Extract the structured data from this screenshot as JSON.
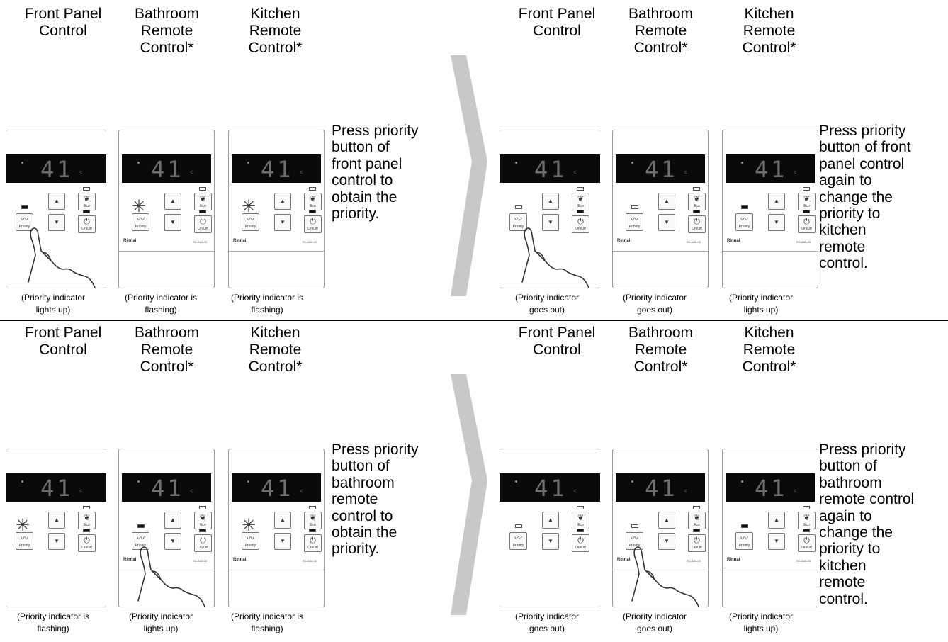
{
  "headers": {
    "front": [
      "Front Panel",
      "Control"
    ],
    "bathroom": [
      "Bathroom",
      "Remote",
      "Control*"
    ],
    "kitchen": [
      "Kitchen",
      "Remote",
      "Control*"
    ]
  },
  "display": {
    "temperature": "41",
    "unit": "c"
  },
  "buttons": {
    "up": "▲",
    "down": "▼",
    "eco": "Eco",
    "onoff": "On/Off",
    "priority": "Priority"
  },
  "brand": "Rinnai",
  "model_code": "RC-A00-00",
  "instructions": {
    "top_left": [
      "Press priority",
      "button of",
      "front panel",
      "control to",
      "obtain the",
      "priority."
    ],
    "top_right": [
      "Press priority",
      "button of front",
      "panel control",
      "again to",
      "change the",
      "priority to",
      "kitchen",
      "remote",
      "control."
    ],
    "bottom_left": [
      "Press priority",
      "button of",
      "bathroom",
      "remote",
      "control to",
      "obtain the",
      "priority."
    ],
    "bottom_right": [
      "Press priority",
      "button of",
      "bathroom",
      "remote control",
      "again to",
      "change the",
      "priority to",
      "kitchen",
      "remote",
      "control."
    ]
  },
  "captions": {
    "tl_front": [
      "(Priority indicator",
      "lights up)"
    ],
    "tl_bath": [
      "(Priority indicator is",
      "flashing)"
    ],
    "tl_kitchen": [
      "(Priority indicator is",
      "flashing)"
    ],
    "tr_front": [
      "(Priority indicator",
      "goes out)"
    ],
    "tr_bath": [
      "(Priority indicator",
      "goes out)"
    ],
    "tr_kitchen": [
      "(Priority indicator",
      "lights up)"
    ],
    "bl_front": [
      "(Priority indicator is",
      "flashing)"
    ],
    "bl_bath": [
      "(Priority indicator",
      "lights up)"
    ],
    "bl_kitchen": [
      "(Priority indicator is",
      "flashing)"
    ],
    "br_front": [
      "(Priority indicator",
      "goes out)"
    ],
    "br_bath": [
      "(Priority indicator",
      "goes out)"
    ],
    "br_kitchen": [
      "(Priority indicator",
      "lights up)"
    ]
  },
  "states": {
    "top_left": {
      "front": "lit",
      "bathroom": "flashing",
      "kitchen": "flashing",
      "pressed": "front"
    },
    "top_right": {
      "front": "out",
      "bathroom": "out",
      "kitchen": "lit",
      "pressed": "front"
    },
    "bottom_left": {
      "front": "flashing",
      "bathroom": "lit",
      "kitchen": "flashing",
      "pressed": "bathroom"
    },
    "bottom_right": {
      "front": "out",
      "bathroom": "out",
      "kitchen": "lit",
      "pressed": "bathroom"
    }
  },
  "colors": {
    "arrow": "#c8c8c8",
    "screen": "#0a0a0a",
    "segment": "#6f6f6f"
  },
  "icons": {
    "priority": "shower-icon",
    "eco": "leaf-icon",
    "onoff": "power-icon",
    "flashing": "flash-star-icon",
    "hand": "pointing-hand-icon"
  }
}
